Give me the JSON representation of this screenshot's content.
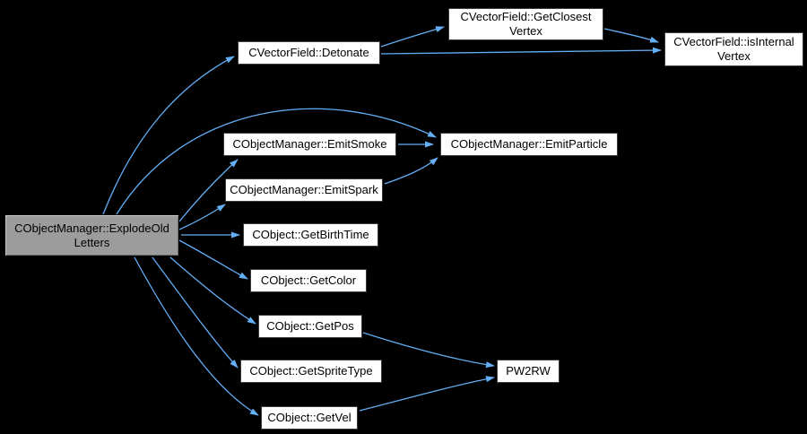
{
  "diagram": {
    "type": "doxygen-call-graph",
    "background_color": "#000000",
    "edge_color": "#63AEF5",
    "node_fill": "#FFFFFF",
    "focus_node_fill": "#9C9C9C",
    "nodes": {
      "explode_old_letters": {
        "label": "CObjectManager::ExplodeOldLetters",
        "lines": [
          "CObjectManager::ExplodeOld",
          "Letters"
        ],
        "focus": true
      },
      "detonate": {
        "label": "CVectorField::Detonate",
        "lines": [
          "CVectorField::Detonate"
        ]
      },
      "get_closest_vertex": {
        "label": "CVectorField::GetClosestVertex",
        "lines": [
          "CVectorField::GetClosest",
          "Vertex"
        ]
      },
      "is_internal_vertex": {
        "label": "CVectorField::isInternalVertex",
        "lines": [
          "CVectorField::isInternal",
          "Vertex"
        ]
      },
      "emit_smoke": {
        "label": "CObjectManager::EmitSmoke",
        "lines": [
          "CObjectManager::EmitSmoke"
        ]
      },
      "emit_particle": {
        "label": "CObjectManager::EmitParticle",
        "lines": [
          "CObjectManager::EmitParticle"
        ]
      },
      "emit_spark": {
        "label": "CObjectManager::EmitSpark",
        "lines": [
          "CObjectManager::EmitSpark"
        ]
      },
      "get_birth_time": {
        "label": "CObject::GetBirthTime",
        "lines": [
          "CObject::GetBirthTime"
        ]
      },
      "get_color": {
        "label": "CObject::GetColor",
        "lines": [
          "CObject::GetColor"
        ]
      },
      "get_pos": {
        "label": "CObject::GetPos",
        "lines": [
          "CObject::GetPos"
        ]
      },
      "get_sprite_type": {
        "label": "CObject::GetSpriteType",
        "lines": [
          "CObject::GetSpriteType"
        ]
      },
      "get_vel": {
        "label": "CObject::GetVel",
        "lines": [
          "CObject::GetVel"
        ]
      },
      "pw2rw": {
        "label": "PW2RW",
        "lines": [
          "PW2RW"
        ]
      }
    },
    "edges": [
      {
        "from": "CObjectManager::ExplodeOldLetters",
        "to": "CVectorField::Detonate"
      },
      {
        "from": "CObjectManager::ExplodeOldLetters",
        "to": "CObjectManager::EmitParticle"
      },
      {
        "from": "CObjectManager::ExplodeOldLetters",
        "to": "CObjectManager::EmitSmoke"
      },
      {
        "from": "CObjectManager::ExplodeOldLetters",
        "to": "CObjectManager::EmitSpark"
      },
      {
        "from": "CObjectManager::ExplodeOldLetters",
        "to": "CObject::GetBirthTime"
      },
      {
        "from": "CObjectManager::ExplodeOldLetters",
        "to": "CObject::GetColor"
      },
      {
        "from": "CObjectManager::ExplodeOldLetters",
        "to": "CObject::GetPos"
      },
      {
        "from": "CObjectManager::ExplodeOldLetters",
        "to": "CObject::GetSpriteType"
      },
      {
        "from": "CObjectManager::ExplodeOldLetters",
        "to": "CObject::GetVel"
      },
      {
        "from": "CVectorField::Detonate",
        "to": "CVectorField::GetClosestVertex"
      },
      {
        "from": "CVectorField::Detonate",
        "to": "CVectorField::isInternalVertex"
      },
      {
        "from": "CVectorField::GetClosestVertex",
        "to": "CVectorField::isInternalVertex"
      },
      {
        "from": "CObjectManager::EmitSmoke",
        "to": "CObjectManager::EmitParticle"
      },
      {
        "from": "CObjectManager::EmitSpark",
        "to": "CObjectManager::EmitParticle"
      },
      {
        "from": "CObject::GetPos",
        "to": "PW2RW"
      },
      {
        "from": "CObject::GetVel",
        "to": "PW2RW"
      }
    ]
  }
}
